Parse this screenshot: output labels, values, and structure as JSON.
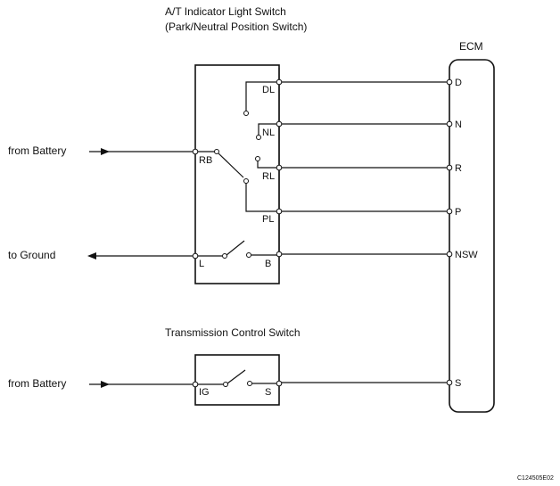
{
  "title_line1": "A/T Indicator Light Switch",
  "title_line2": "(Park/Neutral Position Switch)",
  "ecm_label": "ECM",
  "transmission_switch_label": "Transmission Control Switch",
  "from_battery_top": "from Battery",
  "to_ground": "to Ground",
  "from_battery_bottom": "from Battery",
  "switch_pins": {
    "dl": "DL",
    "nl": "NL",
    "rb": "RB",
    "rl": "RL",
    "pl": "PL",
    "l": "L",
    "b": "B"
  },
  "tcs_pins": {
    "ig": "IG",
    "s": "S"
  },
  "ecm_pins": {
    "d": "D",
    "n": "N",
    "r": "R",
    "p": "P",
    "nsw": "NSW",
    "s": "S"
  },
  "figure_code": "C124505E02"
}
